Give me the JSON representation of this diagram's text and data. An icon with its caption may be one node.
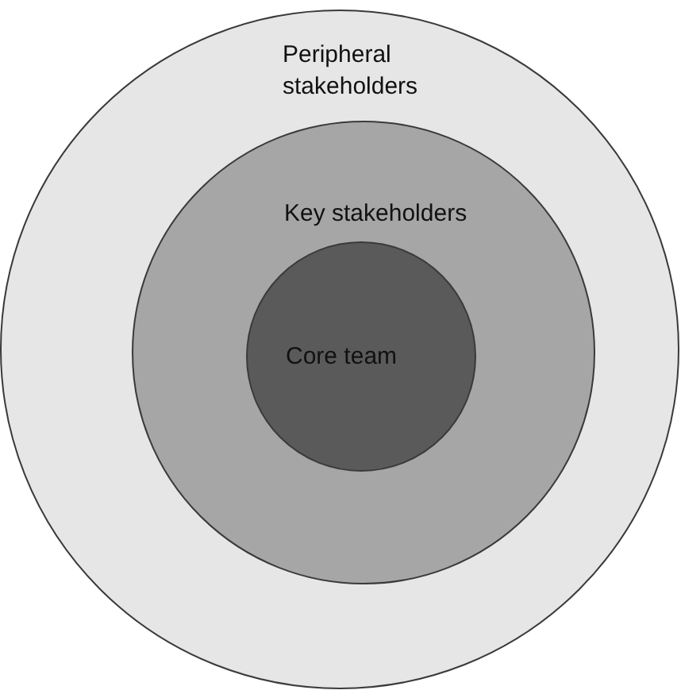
{
  "diagram": {
    "nodes": [
      {
        "text": [
          "Peripheral stakeholders"
        ]
      },
      {
        "text": [
          "Key stakeholders"
        ],
        "in": 0
      },
      {
        "text": [
          "Core team"
        ],
        "in": 1
      }
    ]
  }
}
